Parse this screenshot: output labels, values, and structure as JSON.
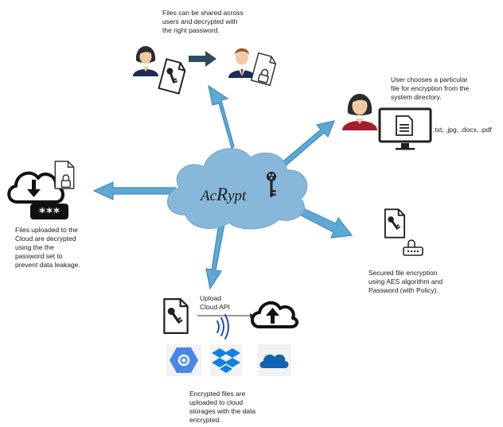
{
  "logo_text": "AcRypt",
  "colors": {
    "arrow": "#5fa8d3",
    "arrow_stroke": "#3e8bbd",
    "cloud": "#87b8da",
    "dark": "#222222",
    "share_arrow": "#2f4a5e",
    "skin": "#f1c9a5",
    "hair": "#2b2b2b",
    "shirt_red": "#a31d2c",
    "shirt_navy": "#1d2b55",
    "gcp_blue": "#4a86e8",
    "dropbox_blue": "#1081de",
    "onedrive_blue": "#0f64b4"
  },
  "captions": {
    "share": [
      "Files can be shared across",
      "users  and decrypted with",
      "the right password."
    ],
    "choose": [
      "User chooses a particular",
      "file for encryption from the",
      "system directory."
    ],
    "formats": ".txt, .jpg, .docx, .pdf",
    "decrypt": [
      "Files uploaded to the",
      "Cloud are decrypted",
      "using the the",
      "password set to",
      "prevent data leakage."
    ],
    "secure": [
      "Secured file encryption",
      "using AES algorithm and",
      "Password (with Policy)."
    ],
    "upload": [
      "Upload",
      "Cloud API"
    ],
    "upload_caption": [
      "Encrypted files are",
      "uploaded to cloud",
      "storages with the data",
      "encrypted."
    ]
  },
  "password_mask": "***",
  "icons": [
    "person-woman-icon",
    "person-man-icon",
    "document-icon",
    "lock-icon",
    "share-arrow-icon",
    "monitor-icon",
    "cloud-download-icon",
    "cloud-upload-icon",
    "key-icon",
    "google-cloud-icon",
    "dropbox-icon",
    "onedrive-icon",
    "wireless-icon"
  ]
}
